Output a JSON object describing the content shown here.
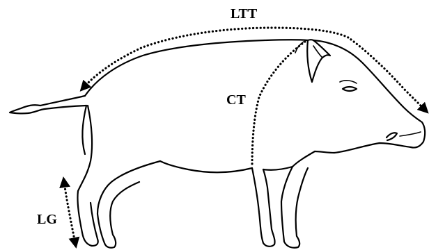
{
  "labels": {
    "total_length": "LTT",
    "chest": "CT",
    "leg": "LG"
  }
}
